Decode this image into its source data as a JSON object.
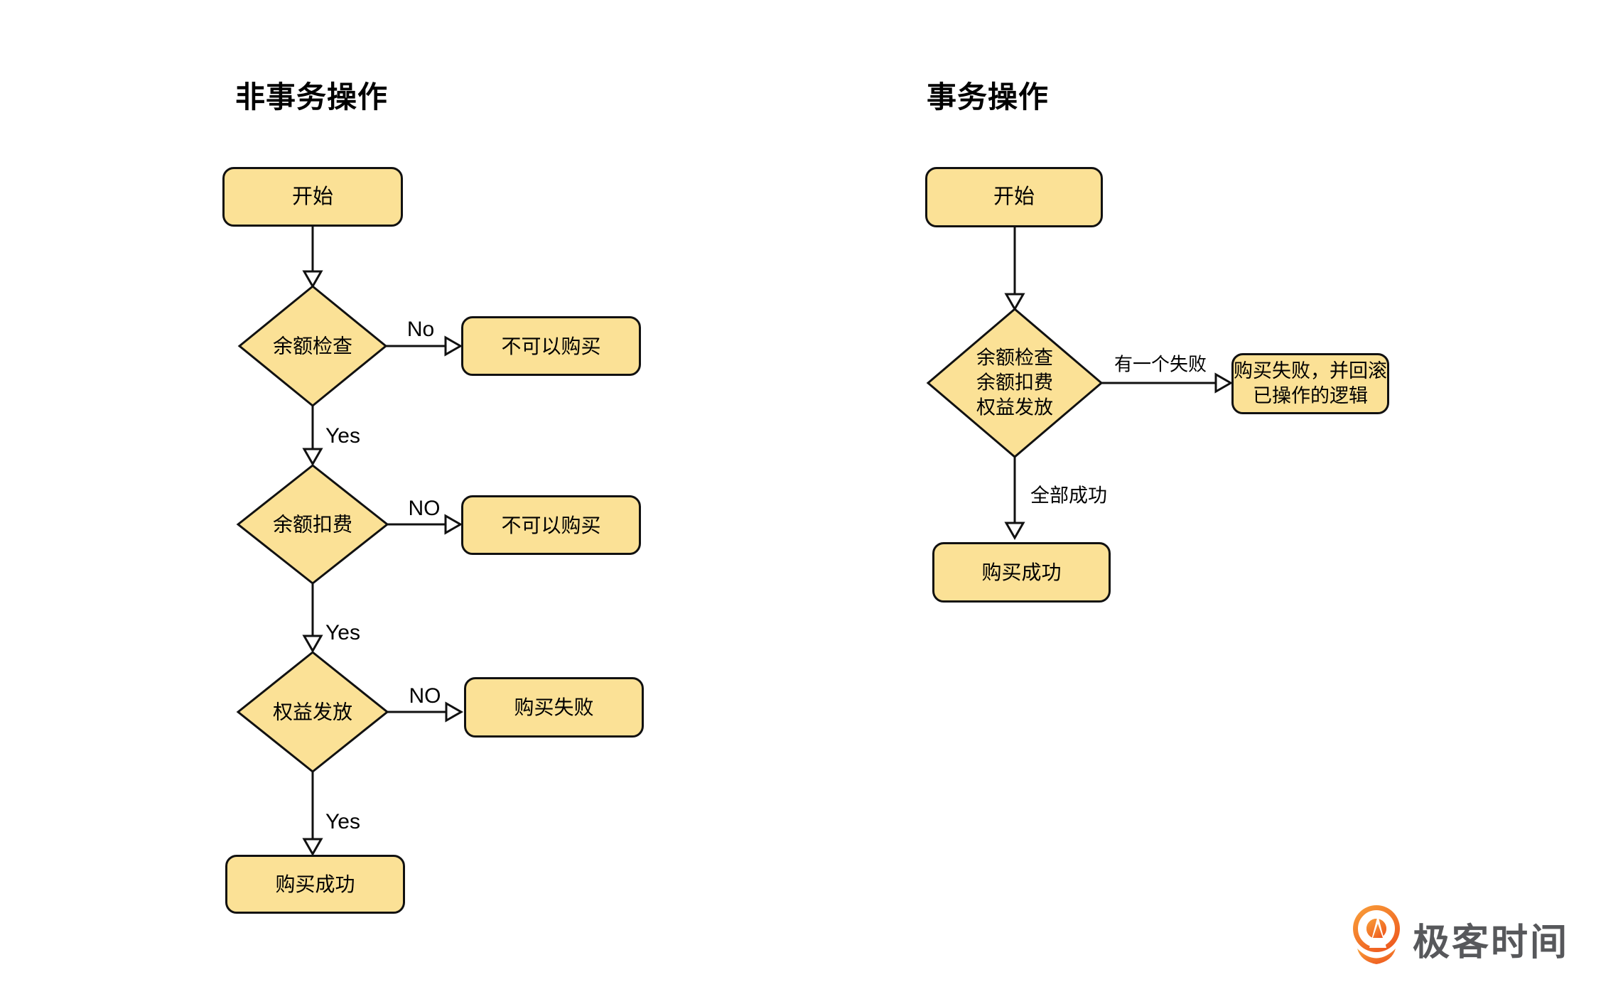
{
  "colors": {
    "node_fill": "#FBE196",
    "node_border": "#111111",
    "line": "#111111",
    "logo_orange_light": "#F9A13A",
    "logo_orange_dark": "#EE5A1F",
    "logo_text_color": "#57585B"
  },
  "titles": {
    "left": "非事务操作",
    "right": "事务操作"
  },
  "left": {
    "start": "开始",
    "decisions": [
      "余额检查",
      "余额扣费",
      "权益发放"
    ],
    "results": [
      "不可以购买",
      "不可以购买",
      "购买失败"
    ],
    "success": "购买成功",
    "edge_labels": {
      "no1": "No",
      "yes1": "Yes",
      "no2": "NO",
      "yes2": "Yes",
      "no3": "NO",
      "yes3": "Yes"
    }
  },
  "right": {
    "start": "开始",
    "decision_lines": [
      "余额检查",
      "余额扣费",
      "权益发放"
    ],
    "fail_lines": [
      "购买失败，并回滚",
      "已操作的逻辑"
    ],
    "edge_labels": {
      "fail": "有一个失败",
      "success": "全部成功"
    },
    "success": "购买成功"
  },
  "logo": {
    "icon": "geektime-pin-icon",
    "text": "极客时间"
  }
}
